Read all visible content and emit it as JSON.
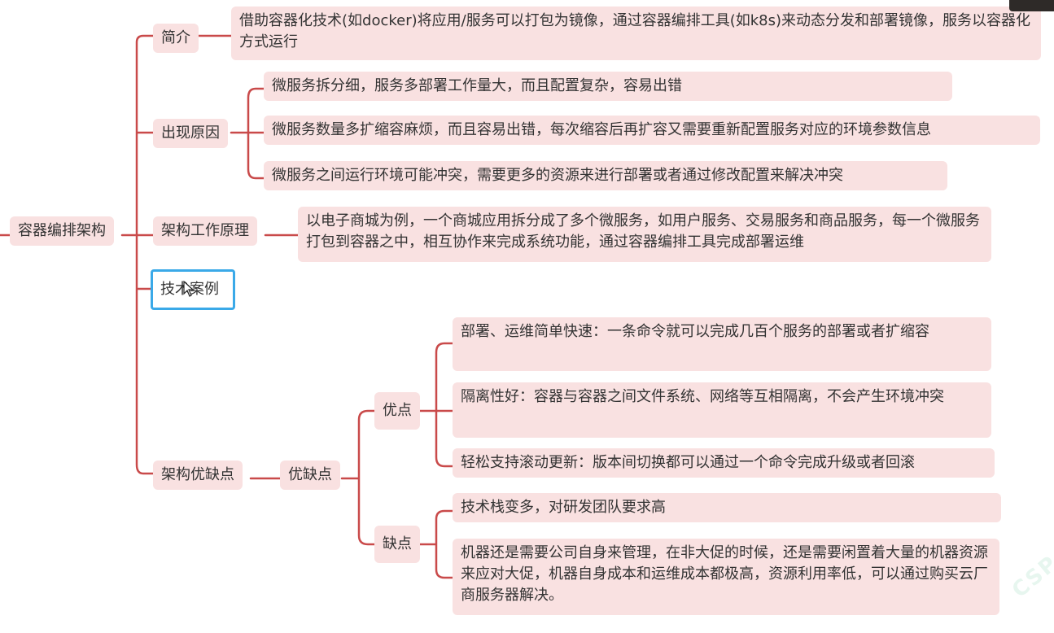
{
  "root": "容器编排架构",
  "branches": {
    "intro": {
      "label": "简介",
      "text": "借助容器化技术(如docker)将应用/服务可以打包为镜像，通过容器编排工具(如k8s)来动态分发和部署镜像，服务以容器化方式运行"
    },
    "reasons": {
      "label": "出现原因",
      "items": [
        "微服务拆分细，服务多部署工作量大，而且配置复杂，容易出错",
        "微服务数量多扩缩容麻烦，而且容易出错，每次缩容后再扩容又需要重新配置服务对应的环境参数信息",
        "微服务之间运行环境可能冲突，需要更多的资源来进行部署或者通过修改配置来解决冲突"
      ]
    },
    "principle": {
      "label": "架构工作原理",
      "text": "以电子商城为例，一个商城应用拆分成了多个微服务，如用户服务、交易服务和商品服务，每一个微服务打包到容器之中，相互协作来完成系统功能，通过容器编排工具完成部署运维"
    },
    "cases": {
      "label": "技术案例"
    },
    "proscons": {
      "label": "架构优缺点",
      "sub": "优缺点",
      "pros": {
        "label": "优点",
        "items": [
          "部署、运维简单快速：一条命令就可以完成几百个服务的部署或者扩缩容",
          "隔离性好：容器与容器之间文件系统、网络等互相隔离，不会产生环境冲突",
          "轻松支持滚动更新：版本间切换都可以通过一个命令完成升级或者回滚"
        ]
      },
      "cons": {
        "label": "缺点",
        "items": [
          "技术栈变多，对研发团队要求高",
          "机器还是需要公司自身来管理，在非大促的时候，还是需要闲置着大量的机器资源来应对大促，机器自身成本和运维成本都极高，资源利用率低，可以通过购买云厂商服务器解决。"
        ]
      }
    }
  },
  "colors": {
    "line": "#c94a4a",
    "node": "#f9e1e1",
    "selected_border": "#3aa9e8"
  },
  "watermark": "CSP"
}
